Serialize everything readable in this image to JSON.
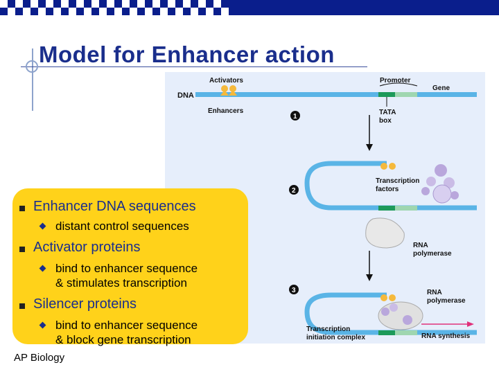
{
  "slide": {
    "title": "Model for Enhancer action",
    "footer": "AP Biology"
  },
  "bullets": [
    {
      "label": "Enhancer DNA sequences",
      "subs": [
        "distant control sequences"
      ]
    },
    {
      "label": "Activator proteins",
      "subs": [
        "bind to enhancer sequence",
        "& stimulates transcription"
      ]
    },
    {
      "label": "Silencer proteins",
      "subs": [
        "bind to enhancer sequence",
        "& block gene transcription"
      ]
    }
  ],
  "figure": {
    "activators": "Activators",
    "dna": "DNA",
    "enhancers": "Enhancers",
    "promoter": "Promoter",
    "gene": "Gene",
    "tata_1": "TATA",
    "tata_2": "box",
    "step1": "1",
    "step2": "2",
    "step3": "3",
    "tf_1": "Transcription",
    "tf_2": "factors",
    "rnap1_1": "RNA",
    "rnap1_2": "polymerase",
    "rnap2_1": "RNA",
    "rnap2_2": "polymerase",
    "tic_1": "Transcription",
    "tic_2": "initiation complex",
    "rna_synthesis": "RNA synthesis"
  }
}
